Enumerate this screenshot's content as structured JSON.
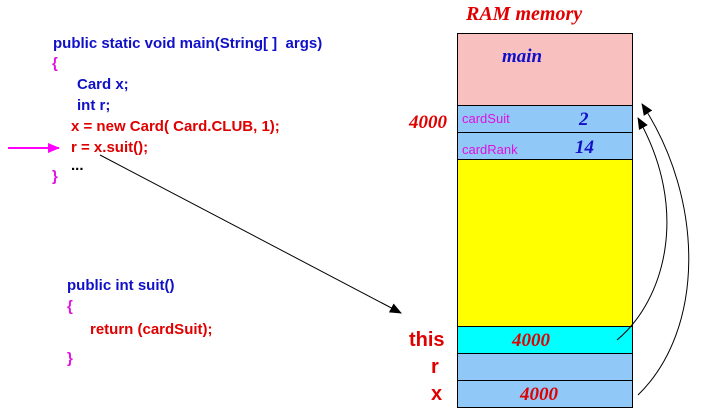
{
  "main_code": {
    "signature": "public static void main(String[ ]  args)",
    "open_brace": "{",
    "decl_card": "Card x;",
    "decl_int": "int r;",
    "assign_new": "x = new Card( Card.CLUB, 1);",
    "call_suit": "r = x.suit();",
    "ellipsis": "...",
    "close_brace": "}"
  },
  "suit_code": {
    "signature": "public int suit()",
    "open_brace": "{",
    "return_stmt": "return (cardSuit);",
    "close_brace": "}"
  },
  "memory": {
    "title": "RAM memory",
    "main_label": "main",
    "address": "4000",
    "card_suit": {
      "label": "cardSuit",
      "value": "2"
    },
    "card_rank": {
      "label": "cardRank",
      "value": "14"
    },
    "this_var": {
      "label": "this",
      "value": "4000"
    },
    "r_var": {
      "label": "r",
      "value": ""
    },
    "x_var": {
      "label": "x",
      "value": "4000"
    }
  },
  "colors": {
    "main_frame": "#f9c0c0",
    "object_fields": "#90c8f8",
    "heap": "#ffff00",
    "this_frame": "#00ffff",
    "code_blue": "#1010c8",
    "code_red": "#e00000",
    "brace_magenta": "#e010e0"
  }
}
